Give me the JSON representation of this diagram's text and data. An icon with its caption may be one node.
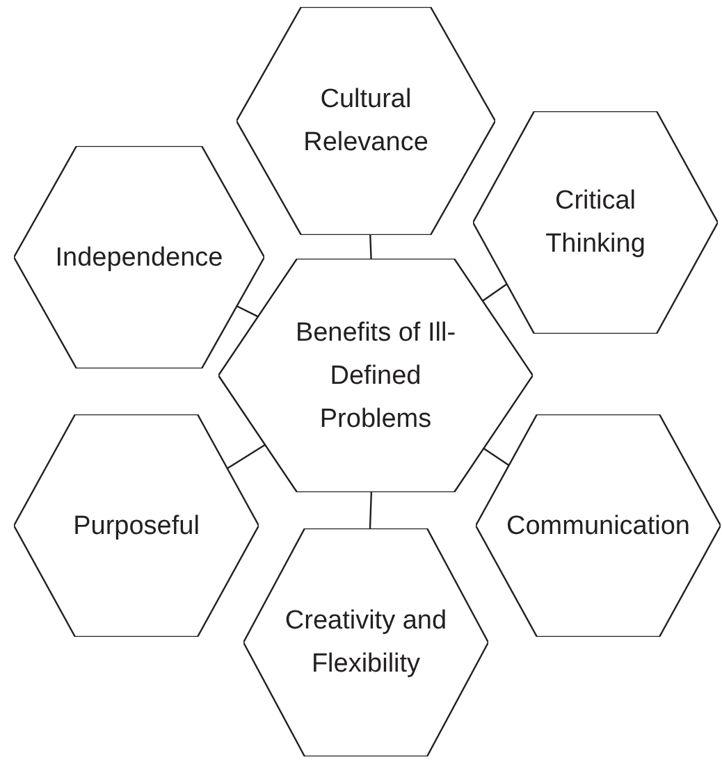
{
  "diagram": {
    "nodes": [
      {
        "text": [
          "Cultural Relevance"
        ]
      },
      {
        "text": [
          "Independence"
        ]
      },
      {
        "text": [
          "Critical Thinking"
        ]
      },
      {
        "text": [
          "Benefits of Ill-Defined Problems"
        ]
      },
      {
        "text": [
          "Purposeful"
        ]
      },
      {
        "text": [
          "Communication"
        ]
      },
      {
        "text": [
          "Creativity and Flexibility"
        ]
      }
    ],
    "edges": [
      {
        "from": 3,
        "to": 0,
        "arrow": "none"
      },
      {
        "from": 3,
        "to": 1,
        "arrow": "none"
      },
      {
        "from": 3,
        "to": 2,
        "arrow": "none"
      },
      {
        "from": 3,
        "to": 4,
        "arrow": "none"
      },
      {
        "from": 3,
        "to": 5,
        "arrow": "none"
      },
      {
        "from": 3,
        "to": 6,
        "arrow": "none"
      }
    ]
  }
}
